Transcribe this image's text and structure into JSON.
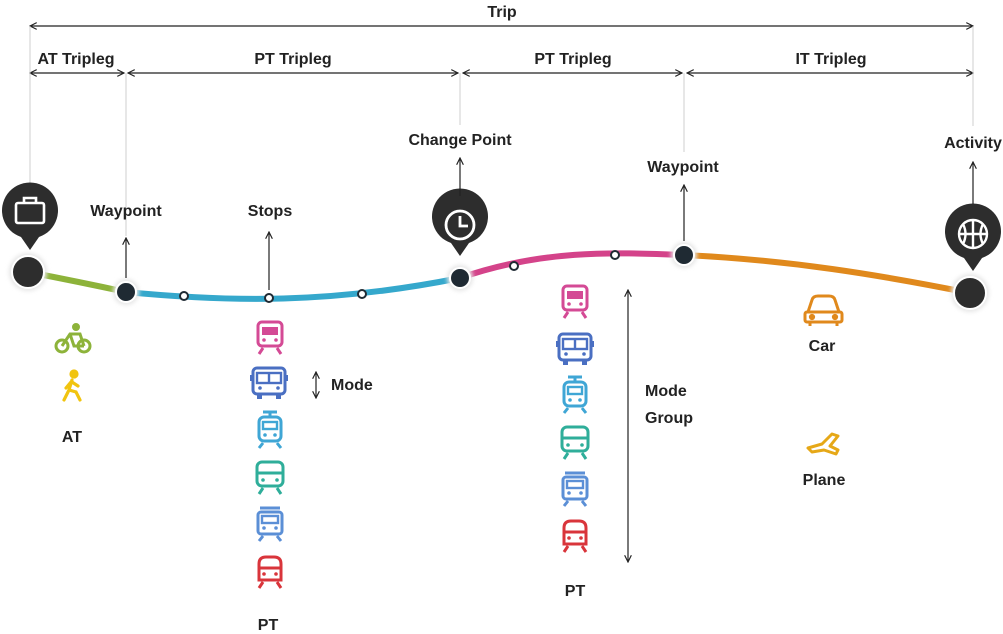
{
  "labels": {
    "trip": "Trip",
    "at_tripleg": "AT Tripleg",
    "pt_tripleg_1": "PT Tripleg",
    "pt_tripleg_2": "PT Tripleg",
    "it_tripleg": "IT Tripleg",
    "change_point": "Change Point",
    "waypoint_1": "Waypoint",
    "waypoint_2": "Waypoint",
    "activity": "Activity",
    "stops": "Stops",
    "mode": "Mode",
    "mode_group_line1": "Mode",
    "mode_group_line2": "Group",
    "at": "AT",
    "pt_1": "PT",
    "pt_2": "PT",
    "car": "Car",
    "plane": "Plane"
  },
  "colors": {
    "at_segment": "#8db33a",
    "pt_segment_1": "#35a8cc",
    "pt_segment_2": "#d4438a",
    "it_segment": "#e0891c",
    "node": "#1f2a33",
    "marker": "#2d2d2d",
    "bicycle": "#8db33a",
    "walk": "#f1c40f",
    "metro": "#d44a95",
    "bus": "#4a6fc2",
    "tram": "#3fa6d5",
    "train": "#2fae9a",
    "rail": "#5b8fd6",
    "rail_red": "#d9353b",
    "car": "#e0891c",
    "plane": "#e6a817"
  },
  "icons": {
    "start_marker": "briefcase-icon",
    "change_marker": "clock-icon",
    "end_marker": "basketball-icon",
    "at_modes": [
      "bicycle-icon",
      "walk-icon"
    ],
    "pt_modes_1": [
      "metro-icon",
      "bus-icon",
      "tram-icon",
      "train-icon",
      "rail-icon",
      "train-icon"
    ],
    "pt_modes_2": [
      "metro-icon",
      "bus-icon",
      "tram-icon",
      "train-icon",
      "rail-icon",
      "train-icon"
    ],
    "it_modes": [
      "car-icon",
      "plane-icon"
    ]
  }
}
